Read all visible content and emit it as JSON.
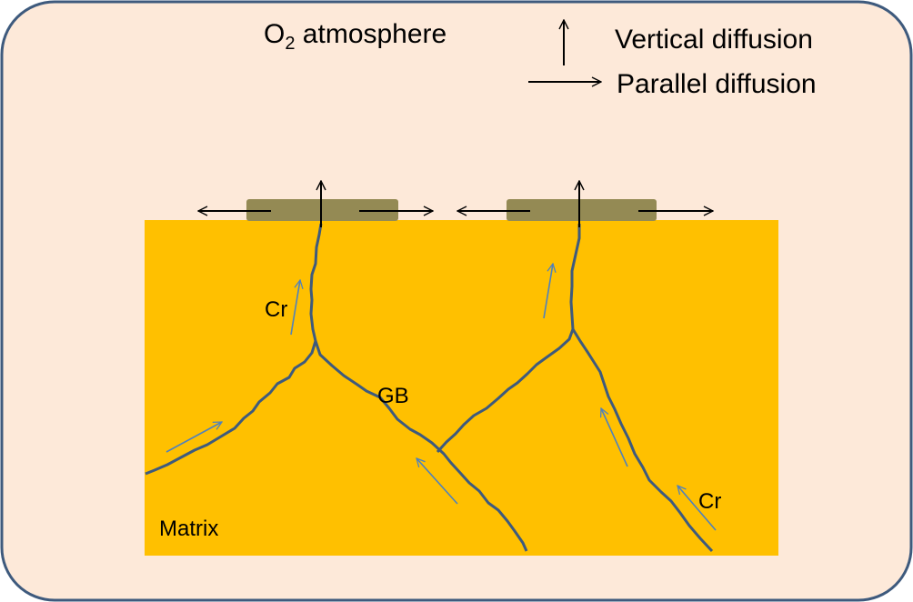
{
  "header": {
    "atmosphere_main": "O",
    "atmosphere_sub": "2",
    "atmosphere_rest": " atmosphere"
  },
  "legend": {
    "vertical_label": "Vertical diffusion",
    "parallel_label": "Parallel diffusion"
  },
  "labels": {
    "cr_left": "Cr",
    "cr_right": "Cr",
    "grain_boundary": "GB",
    "matrix": "Matrix"
  },
  "colors": {
    "background": "#fde9d9",
    "border": "#3e5a7d",
    "matrix": "#ffc000",
    "oxide": "#948a54",
    "grain_boundary": "#3e5a7d",
    "cr_arrow": "#4f81bd",
    "arrow": "#000000"
  }
}
